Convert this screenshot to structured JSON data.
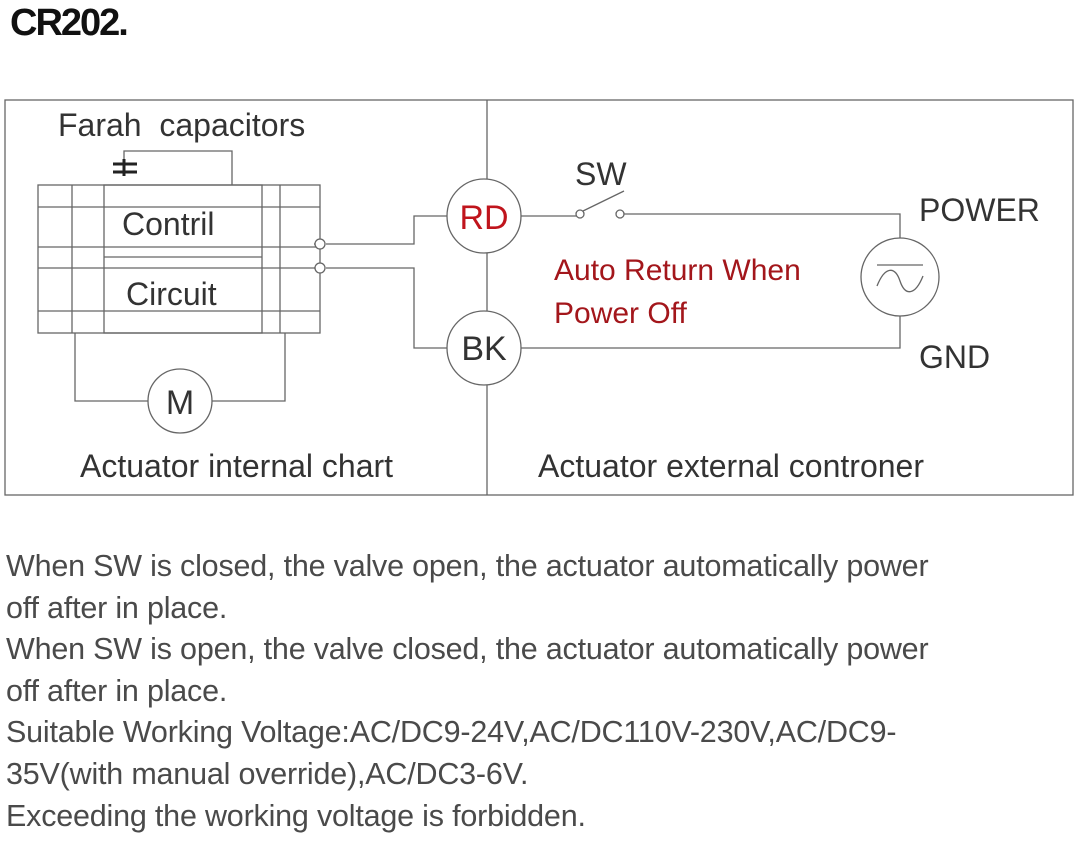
{
  "title": "CR202.",
  "diagram": {
    "capacitor_label": "Farah  capacitors",
    "control_label": "Contril",
    "circuit_label": "Circuit",
    "motor_label": "M",
    "rd_label": "RD",
    "bk_label": "BK",
    "sw_label": "SW",
    "power_label": "POWER",
    "gnd_label": "GND",
    "note_line1": "Auto Return When",
    "note_line2": "Power Off",
    "internal_caption": "Actuator internal chart",
    "external_caption": "Actuator external controner",
    "colors": {
      "line": "#555555",
      "rd": "#c0141c",
      "note": "#a3161b",
      "text": "#333333"
    }
  },
  "description": {
    "lines": [
      "When SW is closed, the valve open, the actuator automatically power",
      "off after in place.",
      "When SW is open, the valve closed, the actuator automatically power",
      "off after in place.",
      "Suitable Working Voltage:AC/DC9-24V,AC/DC110V-230V,AC/DC9-",
      "35V(with manual override),AC/DC3-6V.",
      "Exceeding the working  voltage is forbidden."
    ]
  }
}
